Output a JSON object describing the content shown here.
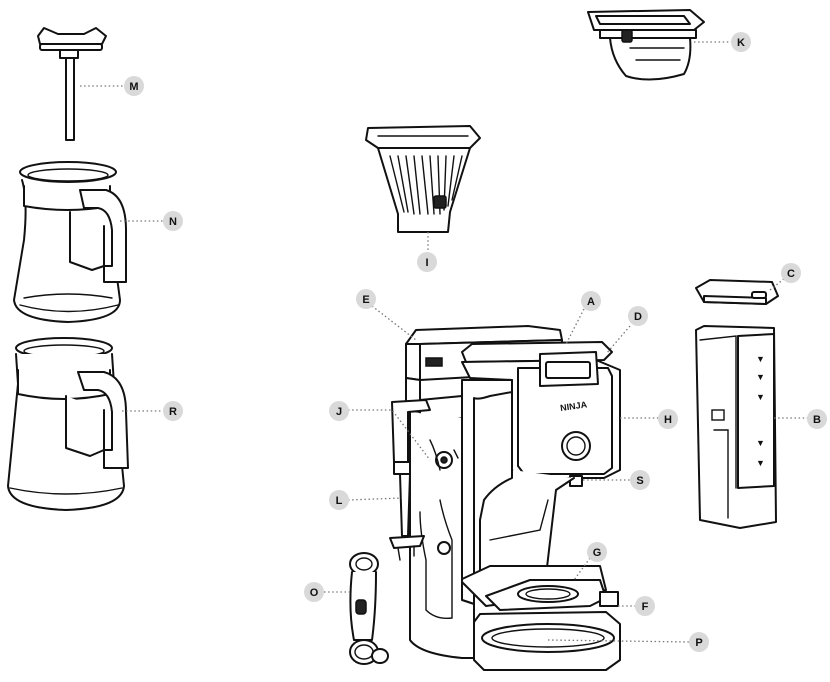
{
  "diagram": {
    "brand_logo": "NINJA",
    "callouts": [
      {
        "id": "A",
        "label": "A"
      },
      {
        "id": "B",
        "label": "B"
      },
      {
        "id": "C",
        "label": "C"
      },
      {
        "id": "D",
        "label": "D"
      },
      {
        "id": "E",
        "label": "E"
      },
      {
        "id": "F",
        "label": "F"
      },
      {
        "id": "G",
        "label": "G"
      },
      {
        "id": "H",
        "label": "H"
      },
      {
        "id": "I",
        "label": "I"
      },
      {
        "id": "J",
        "label": "J"
      },
      {
        "id": "K",
        "label": "K"
      },
      {
        "id": "L",
        "label": "L"
      },
      {
        "id": "M",
        "label": "M"
      },
      {
        "id": "N",
        "label": "N"
      },
      {
        "id": "O",
        "label": "O"
      },
      {
        "id": "P",
        "label": "P"
      },
      {
        "id": "R",
        "label": "R"
      },
      {
        "id": "S",
        "label": "S"
      }
    ]
  }
}
